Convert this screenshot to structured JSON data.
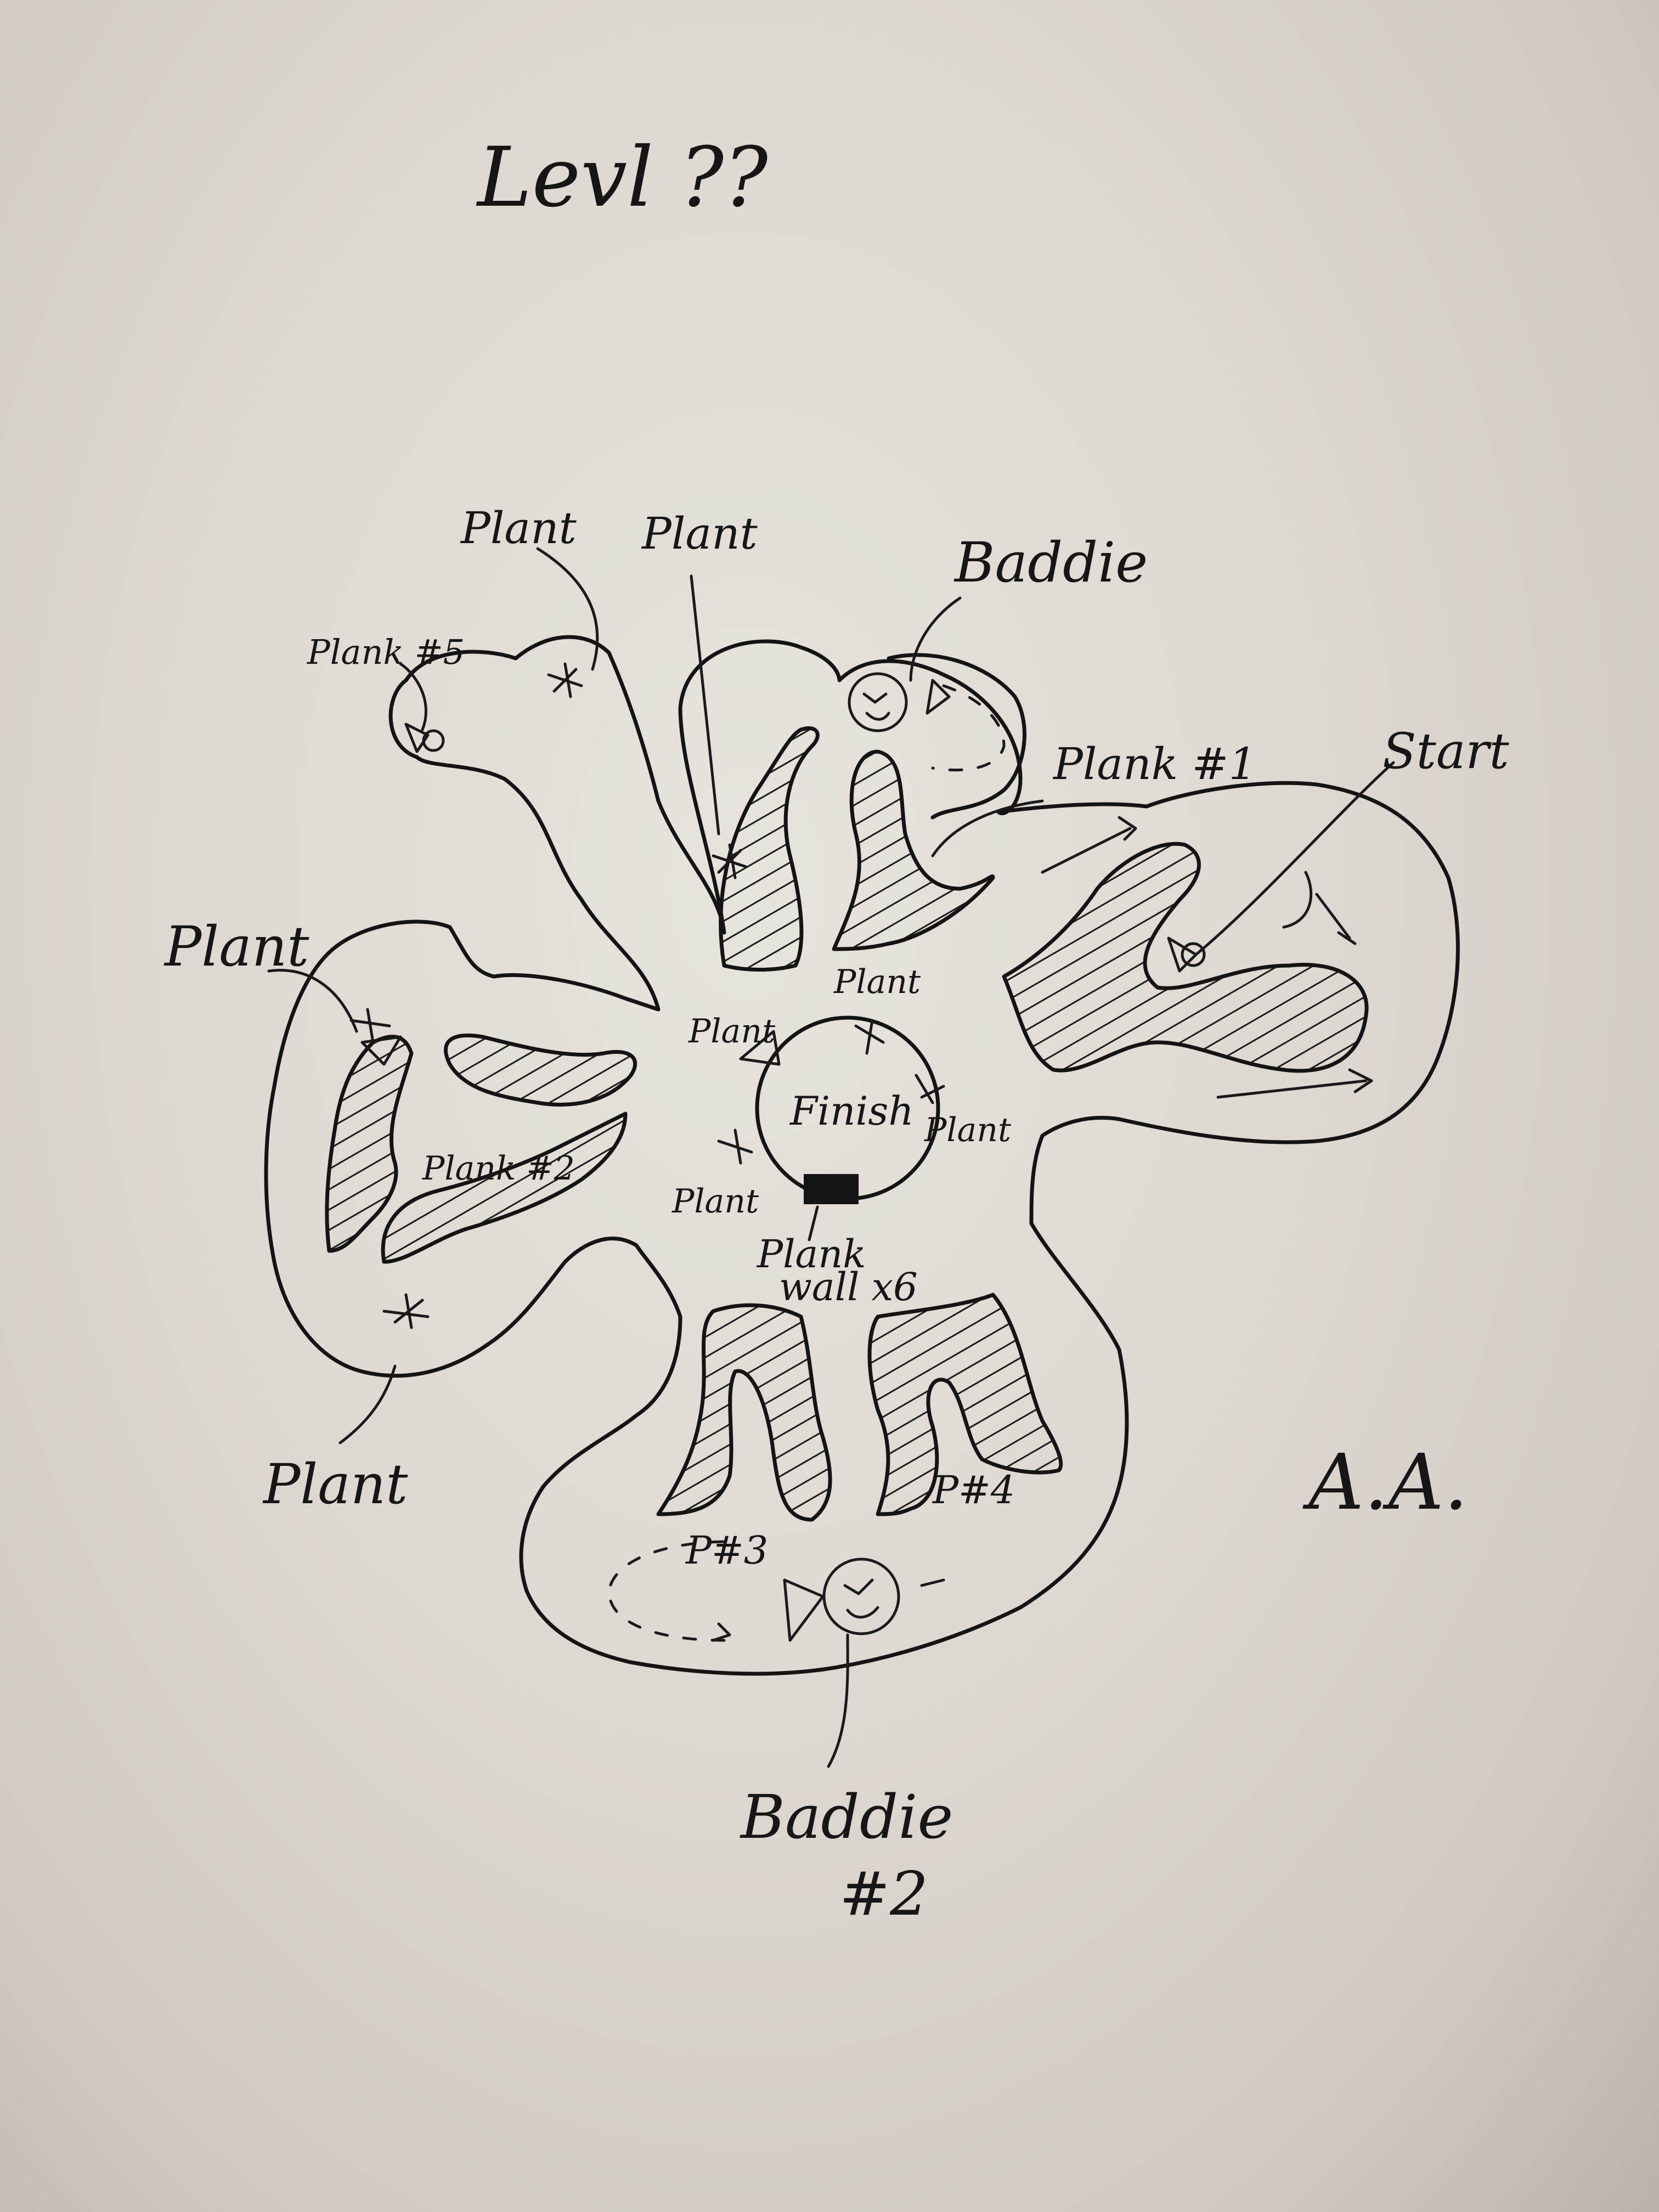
{
  "title": "Levl ??",
  "signature": "A.A.",
  "labels": {
    "plank5": "Plank #5",
    "plant_top_left": "Plant",
    "plant_top_mid": "Plant",
    "baddie_top": "Baddie",
    "plank1": "Plank #1",
    "start": "Start",
    "plant_left": "Plant",
    "plank2": "Plank #2",
    "plant_bottom_left": "Plant",
    "plant_center_1": "Plant",
    "plant_center_2": "Plant",
    "plant_center_3": "Plant",
    "plant_center_4": "Plant",
    "finish": "Finish",
    "plank_wall_1": "Plank",
    "plank_wall_2": "wall x6",
    "p3": "P#3",
    "p4": "P#4",
    "baddie2_1": "Baddie",
    "baddie2_2": "#2"
  },
  "colors": {
    "ink": "#141414",
    "paper": "#e2ded8"
  }
}
